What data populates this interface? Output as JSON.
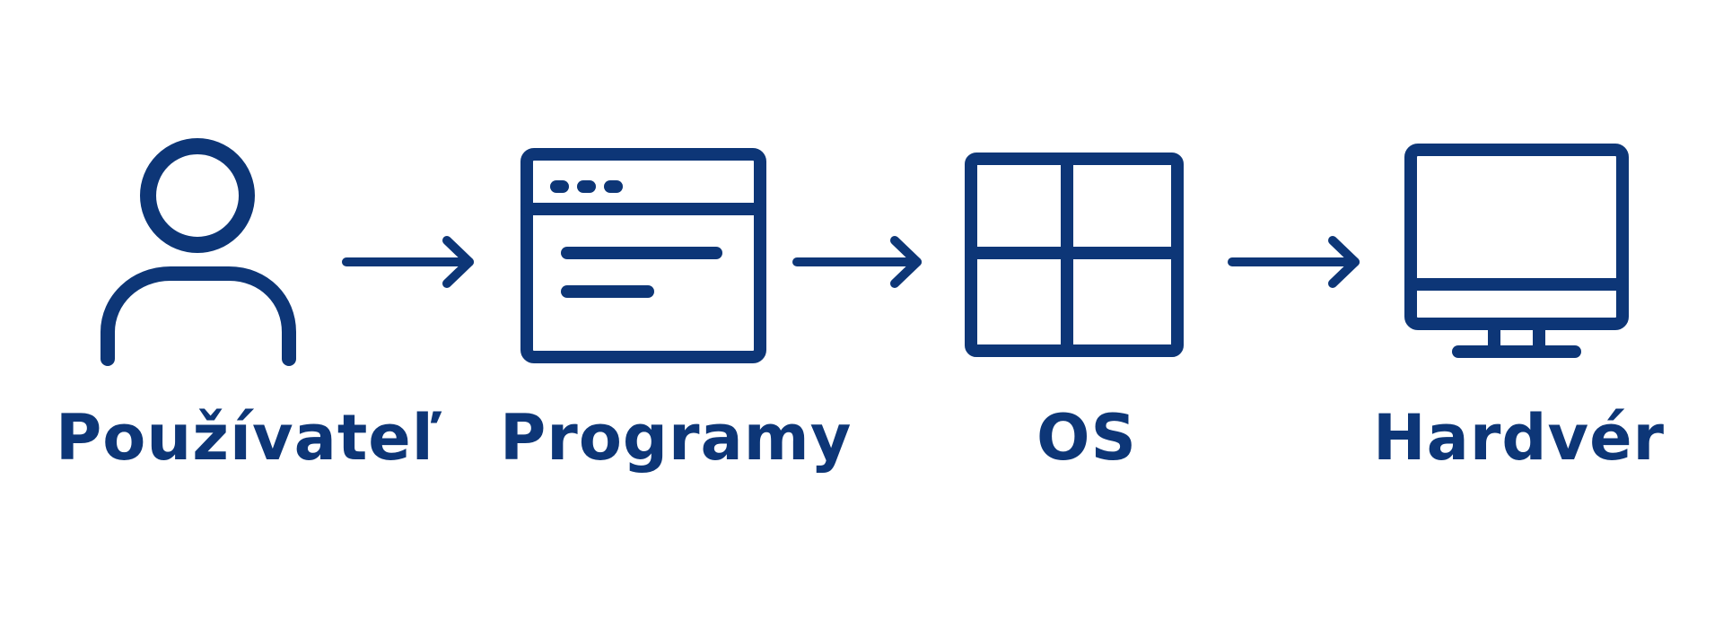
{
  "colors": {
    "ink": "#0d3677",
    "background": "#ffffff"
  },
  "diagram": {
    "nodes": [
      {
        "id": "user",
        "icon": "user-icon",
        "label": "Používateľ"
      },
      {
        "id": "programs",
        "icon": "app-window-icon",
        "label": "Programy"
      },
      {
        "id": "os",
        "icon": "windows-grid-icon",
        "label": "OS"
      },
      {
        "id": "hardware",
        "icon": "monitor-icon",
        "label": "Hardvér"
      }
    ],
    "edges": [
      {
        "from": "user",
        "to": "programs"
      },
      {
        "from": "programs",
        "to": "os"
      },
      {
        "from": "os",
        "to": "hardware"
      }
    ]
  }
}
